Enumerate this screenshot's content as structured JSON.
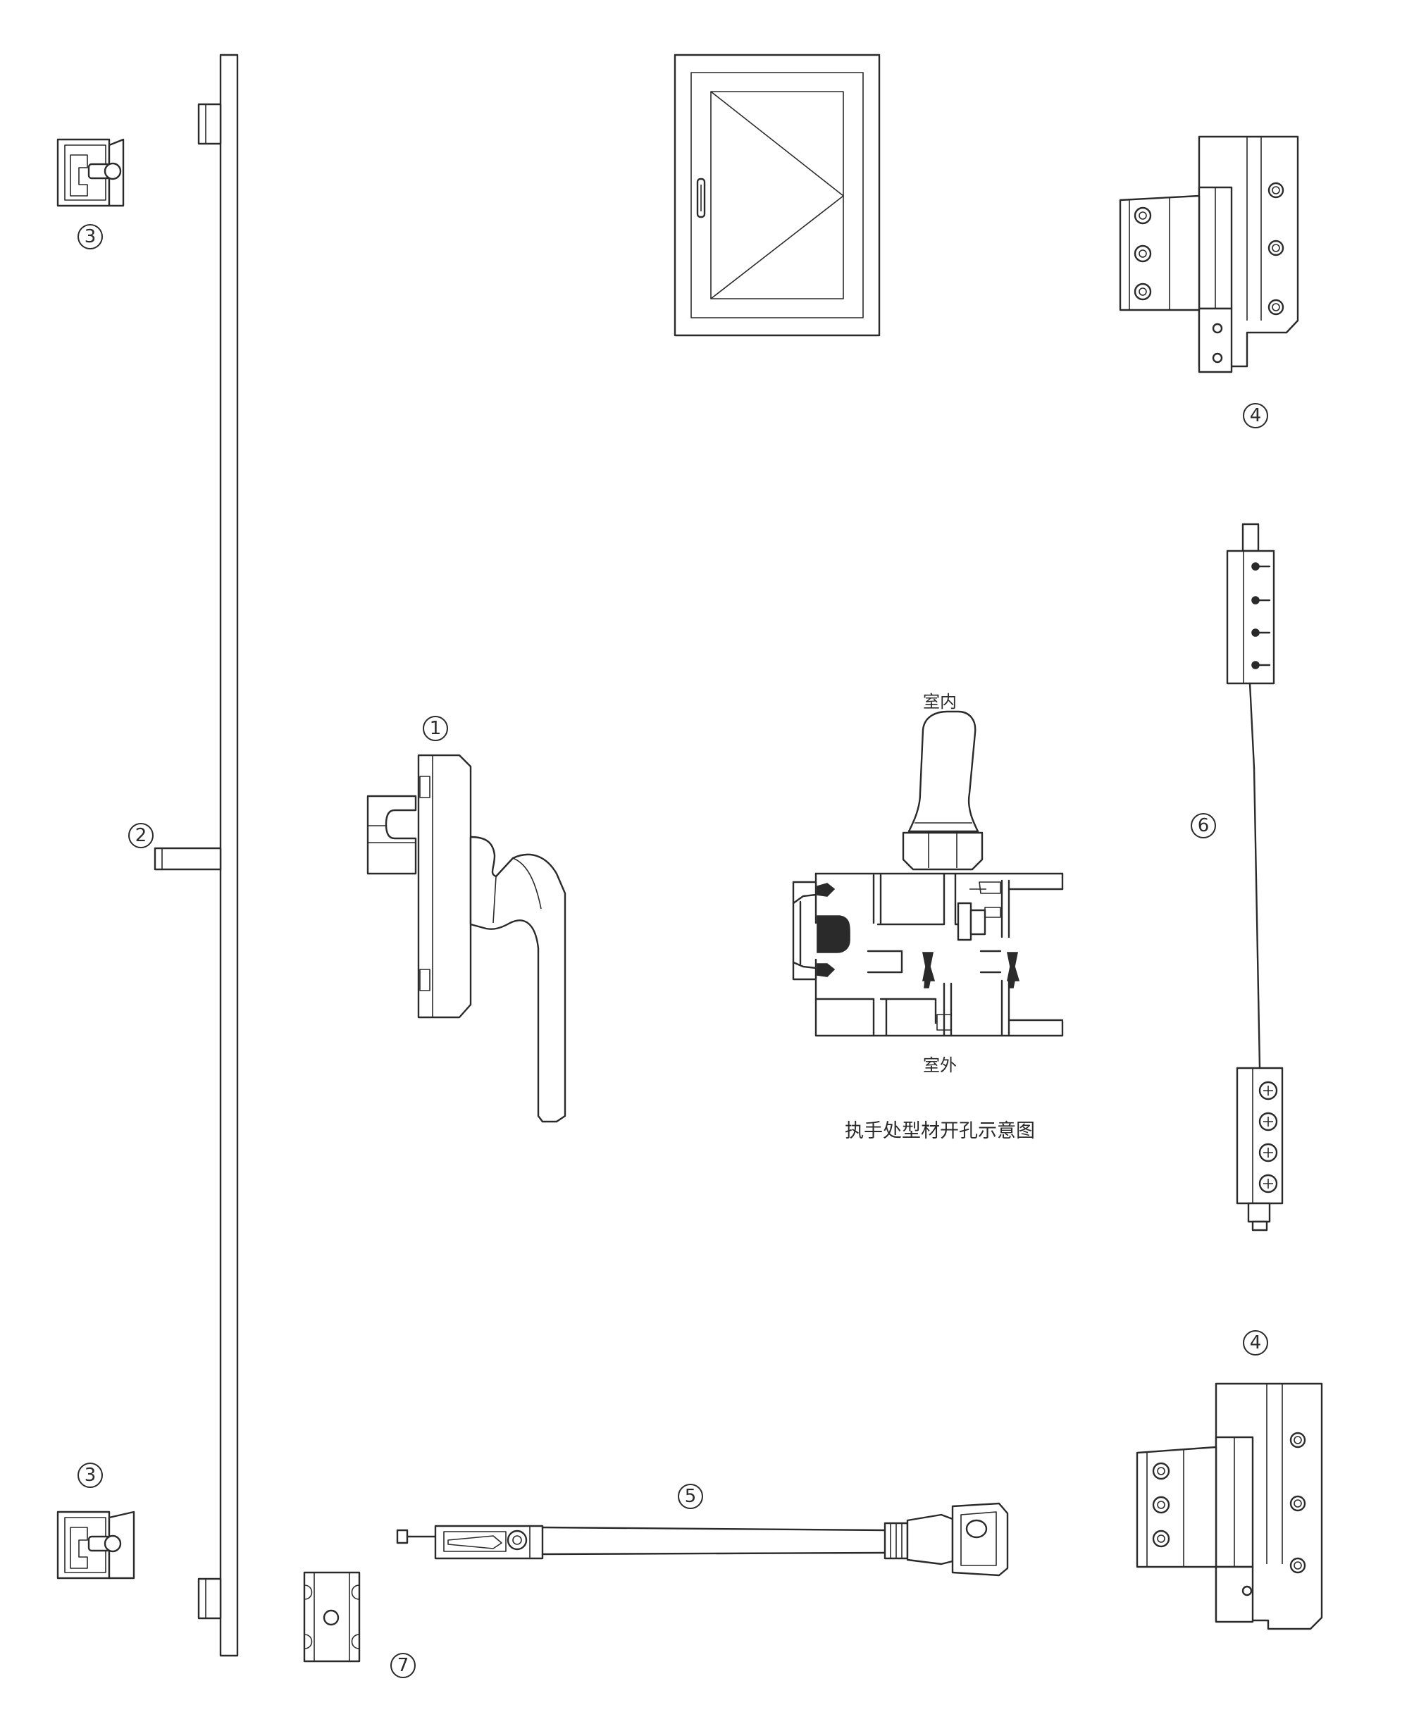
{
  "callouts": {
    "c1": "1",
    "c2": "2",
    "c3_top": "3",
    "c3_bottom": "3",
    "c4_top": "4",
    "c4_bottom": "4",
    "c5": "5",
    "c6": "6",
    "c7": "7"
  },
  "section_view": {
    "indoor_label": "室内",
    "outdoor_label": "室外",
    "caption": "执手处型材开孔示意图"
  },
  "colors": {
    "line": "#2a2a2a",
    "background": "#ffffff"
  }
}
